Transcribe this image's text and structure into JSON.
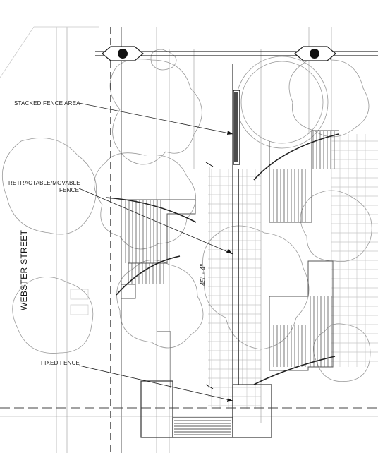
{
  "labels": {
    "stacked_fence_area": "STACKED FENCE AREA",
    "retractable_line1": "RETRACTABLE/MOVABLE",
    "retractable_line2": "FENCE",
    "fixed_fence": "FIXED FENCE",
    "street": "WEBSTER STREET",
    "dimension": "45' - 4\""
  },
  "colors": {
    "linework": "#555555",
    "tree_outline": "#9a9a9a",
    "fence": "#222222"
  }
}
